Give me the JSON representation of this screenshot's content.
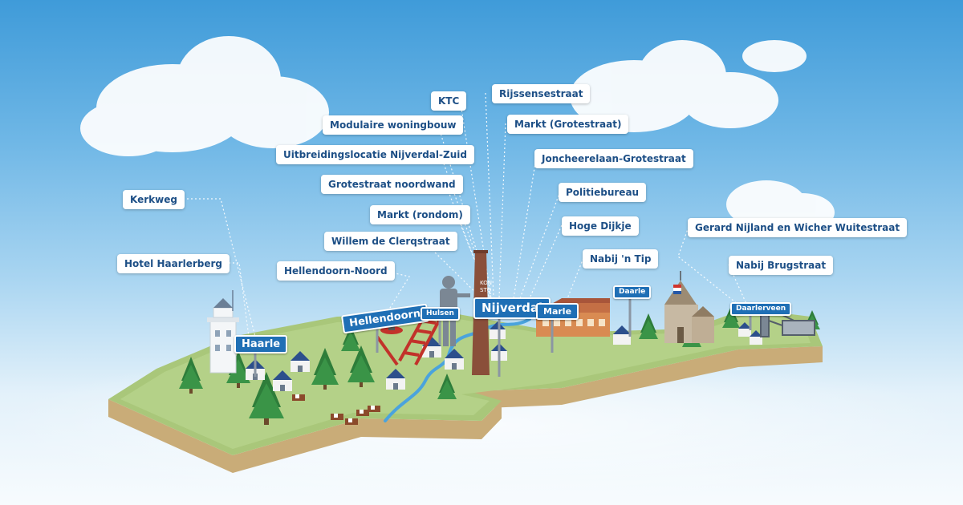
{
  "markers": [
    {
      "id": "kerkweg",
      "label": "Kerkweg"
    },
    {
      "id": "hotel-haarlerberg",
      "label": "Hotel Haarlerberg"
    },
    {
      "id": "hellendoorn-noord",
      "label": "Hellendoorn-Noord"
    },
    {
      "id": "willem-de-clerqstraat",
      "label": "Willem de Clerqstraat"
    },
    {
      "id": "markt-rondom",
      "label": "Markt (rondom)"
    },
    {
      "id": "grotestraat-noordwand",
      "label": "Grotestraat noordwand"
    },
    {
      "id": "uitbreidingslocatie",
      "label": "Uitbreidingslocatie Nijverdal-Zuid"
    },
    {
      "id": "modulaire-woningbouw",
      "label": "Modulaire woningbouw"
    },
    {
      "id": "ktc",
      "label": "KTC"
    },
    {
      "id": "rijssensestraat",
      "label": "Rijssensestraat"
    },
    {
      "id": "markt-grotestraat",
      "label": "Markt (Grotestraat)"
    },
    {
      "id": "joncheerelaan",
      "label": "Joncheerelaan-Grotestraat"
    },
    {
      "id": "politiebureau",
      "label": "Politiebureau"
    },
    {
      "id": "hoge-dijkje",
      "label": "Hoge Dijkje"
    },
    {
      "id": "nabij-n-tip",
      "label": "Nabij 'n Tip"
    },
    {
      "id": "gerard-nijland",
      "label": "Gerard Nijland en Wicher Wuitestraat"
    },
    {
      "id": "nabij-brugstraat",
      "label": "Nabij Brugstraat"
    }
  ],
  "place_signs": [
    {
      "id": "haarle",
      "label": "Haarle"
    },
    {
      "id": "hellendoorn",
      "label": "Hellendoorn"
    },
    {
      "id": "hulsen",
      "label": "Hulsen"
    },
    {
      "id": "nijverdal",
      "label": "Nijverdal"
    },
    {
      "id": "marle",
      "label": "Marle"
    },
    {
      "id": "daarle",
      "label": "Daarle"
    },
    {
      "id": "daarlerveen",
      "label": "Daarlerveen"
    }
  ],
  "chimney_text": [
    "KON",
    "STO"
  ],
  "colors": {
    "sky_top": "#3f9bd9",
    "label_text": "#1d4f86",
    "sign_blue": "#1f6fb5",
    "grass": "#a9c77a",
    "soil": "#cdb58b",
    "water": "#4aa3dd"
  }
}
